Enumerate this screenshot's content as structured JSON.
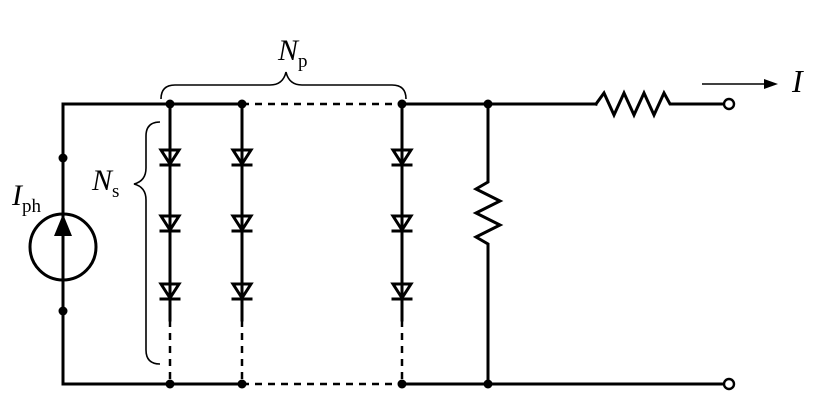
{
  "labels": {
    "np_main": "N",
    "np_sub": "p",
    "ns_main": "N",
    "ns_sub": "s",
    "iph_main": "I",
    "iph_sub": "ph",
    "output_current": "I"
  },
  "array": {
    "visible_strings": 3,
    "visible_diodes_per_string": 3
  },
  "colors": {
    "ink": "#000000",
    "background": "#ffffff"
  }
}
